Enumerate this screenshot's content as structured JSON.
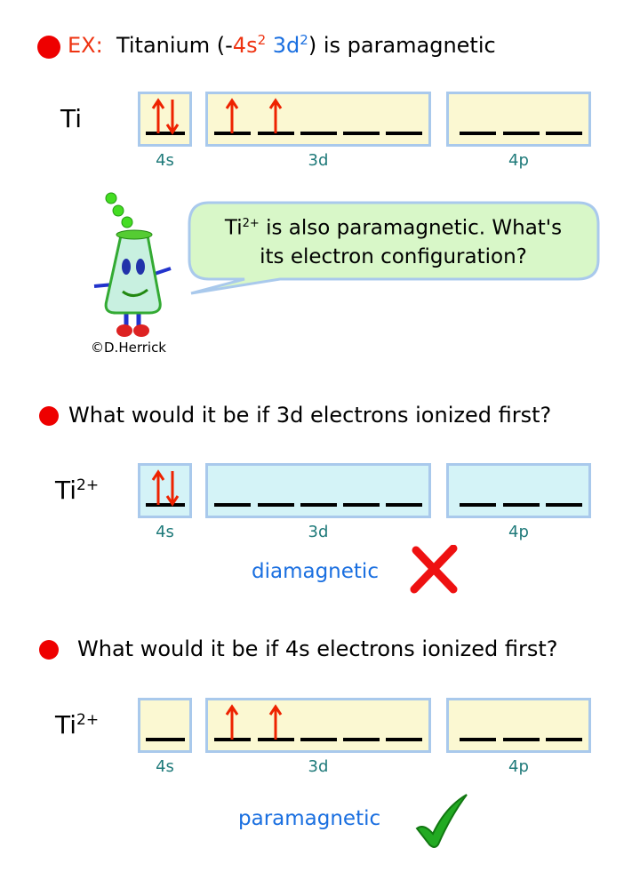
{
  "title": {
    "ex": "EX:",
    "text_pre": "Titanium (-",
    "config_4s": "4s",
    "sup_4s": "2",
    "config_3d": "3d",
    "sup_3d": "2",
    "text_post": ") is paramagnetic"
  },
  "rows": [
    {
      "element": "Ti",
      "charge": "",
      "fill": "#fbf8d2",
      "orbitals": [
        {
          "label": "4s",
          "electrons": [
            "updown"
          ]
        },
        {
          "label": "3d",
          "electrons": [
            "up",
            "up",
            "",
            "",
            ""
          ]
        },
        {
          "label": "4p",
          "electrons": [
            "",
            "",
            ""
          ]
        }
      ]
    },
    {
      "element": "Ti",
      "charge": "2+",
      "fill": "#d4f3f7",
      "orbitals": [
        {
          "label": "4s",
          "electrons": [
            "updown"
          ]
        },
        {
          "label": "3d",
          "electrons": [
            "",
            "",
            "",
            "",
            ""
          ]
        },
        {
          "label": "4p",
          "electrons": [
            "",
            "",
            ""
          ]
        }
      ]
    },
    {
      "element": "Ti",
      "charge": "2+",
      "fill": "#fbf8d2",
      "orbitals": [
        {
          "label": "4s",
          "electrons": [
            ""
          ]
        },
        {
          "label": "3d",
          "electrons": [
            "up",
            "up",
            "",
            "",
            ""
          ]
        },
        {
          "label": "4p",
          "electrons": [
            "",
            "",
            ""
          ]
        }
      ]
    }
  ],
  "bubble": {
    "ti": "Ti",
    "sup": "2+",
    "line1": " is also paramagnetic.  What's",
    "line2": "its electron configuration?"
  },
  "credit": "©D.Herrick",
  "q1": "What would it be if 3d electrons ionized first?",
  "q2": "What would it be if 4s electrons ionized first?",
  "result1": "diamagnetic",
  "result2": "paramagnetic",
  "colors": {
    "arrow": "#ee2200",
    "bullet": "#ee0000",
    "box_border": "#a9c9ec"
  }
}
